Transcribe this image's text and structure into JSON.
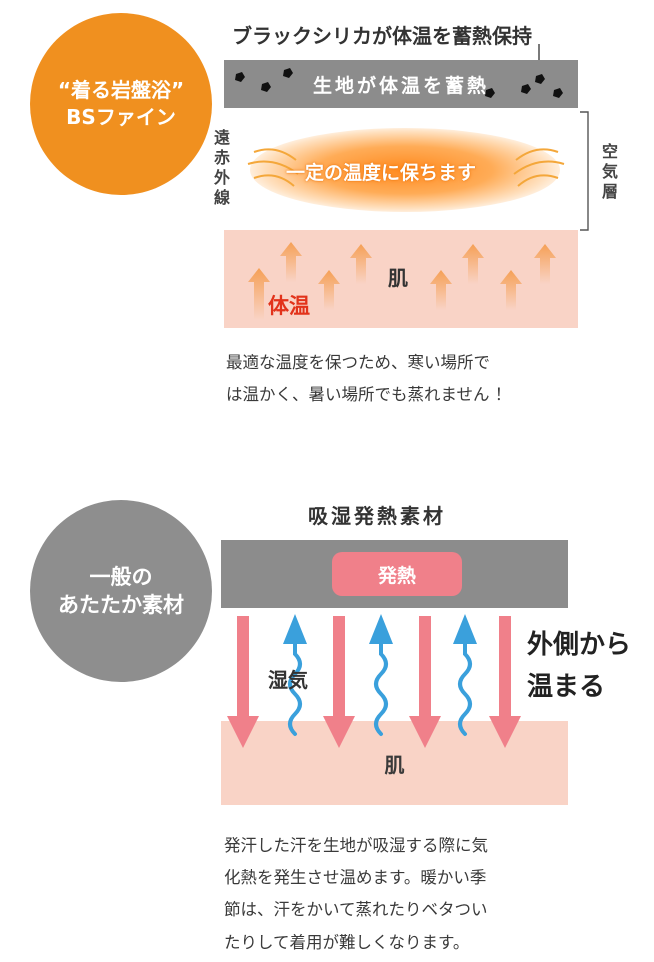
{
  "top": {
    "badge_line1": "“着る岩盤浴”",
    "badge_line2": "BSファイン",
    "header": "ブラックシリカが体温を蓄熱保持",
    "fabric_label": "生地が体温を蓄熱",
    "glow_label": "一定の温度に保ちます",
    "far_infrared_label": "遠赤外線",
    "air_layer_label": "空気層",
    "skin_label": "肌",
    "body_temp_label": "体温",
    "description_line1": "最適な温度を保つため、寒い場所で",
    "description_line2": "は温かく、暑い場所でも蒸れません ！"
  },
  "bottom": {
    "badge_line1": "一般の",
    "badge_line2": "あたたか素材",
    "header": "吸湿発熱素材",
    "heat_label": "発熱",
    "moisture_label": "湿気",
    "outside_label_line1": "外側から",
    "outside_label_line2": "温まる",
    "skin_label": "肌",
    "description_line1": "発汗した汗を生地が吸湿する際に気",
    "description_line2": "化熱を発生させ温めます。暖かい季",
    "description_line3": "節は、汗をかいて蒸れたりベタつい",
    "description_line4": "たりして着用が難しくなります。"
  },
  "colors": {
    "orange_badge": "#f0901f",
    "gray_badge": "#8e8e8e",
    "fabric_gray": "#8c8c8c",
    "skin_pink": "#f9d3c6",
    "heat_pink": "#f0808a",
    "moisture_blue": "#3aa0dc",
    "body_temp_red": "#e2331b"
  }
}
